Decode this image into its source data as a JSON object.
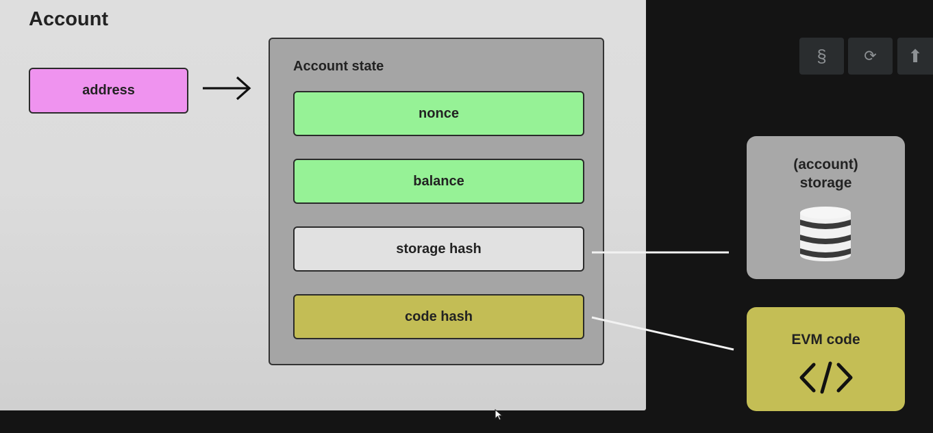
{
  "slide": {
    "title": "Account",
    "address_label": "address",
    "state_title": "Account state",
    "fields": [
      {
        "label": "nonce",
        "color": "#96f296"
      },
      {
        "label": "balance",
        "color": "#96f296"
      },
      {
        "label": "storage hash",
        "color": "#e1e1e1"
      },
      {
        "label": "code hash",
        "color": "#c3bd55"
      }
    ]
  },
  "storage_card": {
    "title": "(account)\nstorage",
    "icon": "database-icon",
    "color": "#a8a8a8"
  },
  "evm_card": {
    "title": "EVM code",
    "icon": "code-brackets-icon",
    "color": "#c4be55"
  },
  "controls": [
    {
      "icon": "section-icon",
      "glyph": "§"
    },
    {
      "icon": "refresh-icon",
      "glyph": "⟳"
    },
    {
      "icon": "upload-arrow-icon",
      "glyph": "⬆"
    }
  ],
  "colors": {
    "address": "#ef93ef",
    "background": "#141414"
  }
}
